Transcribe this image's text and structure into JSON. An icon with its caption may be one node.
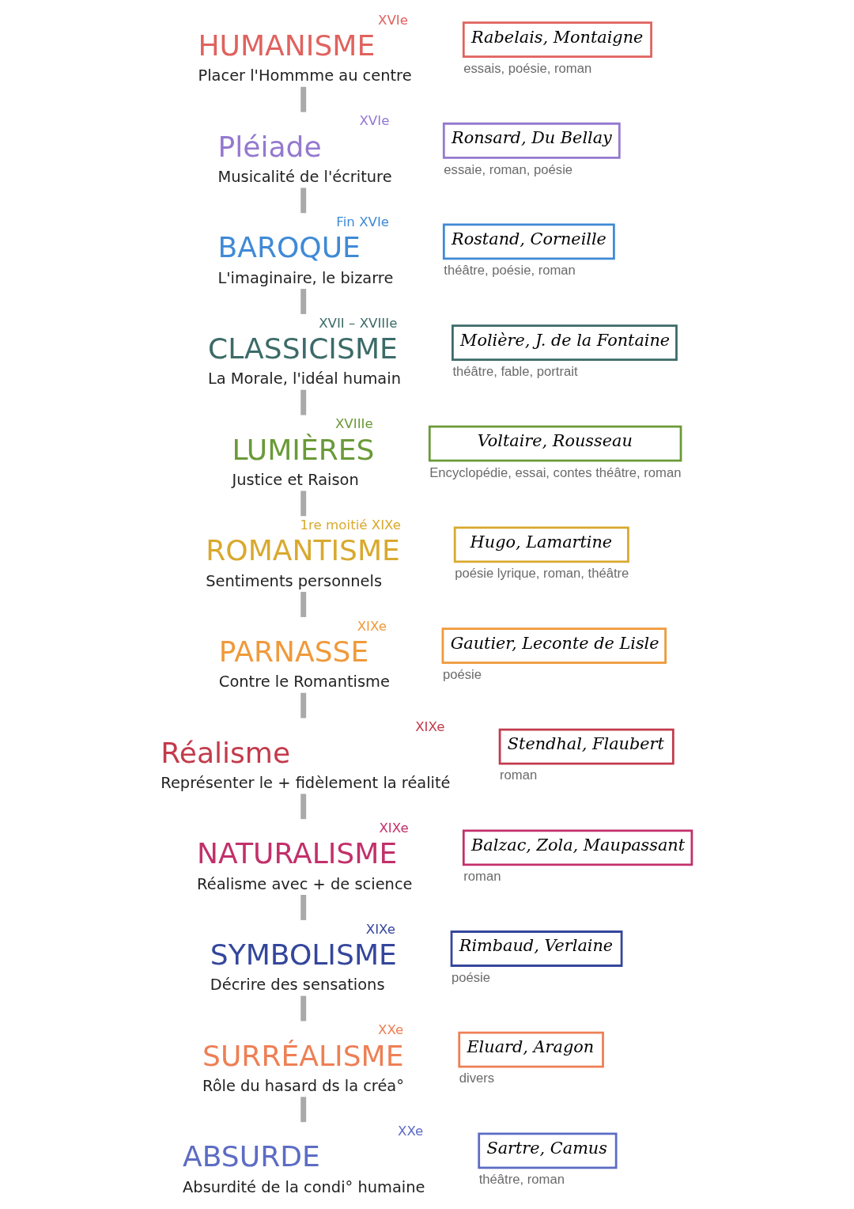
{
  "diagram": {
    "nodes": [
      {
        "text": [
          "HUMANISME",
          "Placer l'Hommme au centre"
        ],
        "beside": [
          "XVIe"
        ]
      },
      {
        "text": [
          "Rabelais, Montaigne"
        ],
        "beside": [
          "essais, poésie, roman"
        ]
      },
      {
        "text": [
          "Pléiade",
          "Musicalité de l'écriture"
        ],
        "beside": [
          "XVIe"
        ]
      },
      {
        "text": [
          "Ronsard, Du Bellay"
        ],
        "beside": [
          "essaie, roman, poésie"
        ]
      },
      {
        "text": [
          "BAROQUE",
          "L'imaginaire, le bizarre"
        ],
        "beside": [
          "Fin XVIe"
        ]
      },
      {
        "text": [
          "Rostand, Corneille"
        ],
        "beside": [
          "théâtre, poésie, roman"
        ]
      },
      {
        "text": [
          "CLASSICISME",
          "La Morale, l'idéal humain"
        ],
        "beside": [
          "XVII – XVIIIe"
        ]
      },
      {
        "text": [
          "Molière, J. de la Fontaine"
        ],
        "beside": [
          "théâtre, fable, portrait"
        ]
      },
      {
        "text": [
          "LUMIÈRES",
          "Justice et Raison"
        ],
        "beside": [
          "XVIIIe"
        ]
      },
      {
        "text": [
          "Voltaire, Rousseau"
        ],
        "beside": [
          "Encyclopédie, essai, contes théâtre, roman"
        ]
      },
      {
        "text": [
          "ROMANTISME",
          "Sentiments personnels"
        ],
        "beside": [
          "1re moitié XIXe"
        ]
      },
      {
        "text": [
          "Hugo, Lamartine"
        ],
        "beside": [
          "poésie lyrique, roman, théâtre"
        ]
      },
      {
        "text": [
          "PARNASSE",
          "Contre le Romantisme"
        ],
        "beside": [
          "XIXe"
        ]
      },
      {
        "text": [
          "Gautier, Leconte de Lisle"
        ],
        "beside": [
          "poésie"
        ]
      },
      {
        "text": [
          "Réalisme",
          "Représenter le + fidèlement la réalité"
        ],
        "beside": [
          "XIXe"
        ]
      },
      {
        "text": [
          "Stendhal, Flaubert"
        ],
        "beside": [
          "roman"
        ]
      },
      {
        "text": [
          "NATURALISME",
          "Réalisme avec + de science"
        ],
        "beside": [
          "XIXe"
        ]
      },
      {
        "text": [
          "Balzac, Zola, Maupassant"
        ],
        "beside": [
          "roman"
        ]
      },
      {
        "text": [
          "SYMBOLISME",
          "Décrire des sensations"
        ],
        "beside": [
          "XIXe"
        ]
      },
      {
        "text": [
          "Rimbaud, Verlaine"
        ],
        "beside": [
          "poésie"
        ]
      },
      {
        "text": [
          "SURRÉALISME",
          "Rôle du hasard ds la créa°"
        ],
        "beside": [
          "XXe"
        ]
      },
      {
        "text": [
          "Eluard, Aragon"
        ],
        "beside": [
          "divers"
        ]
      },
      {
        "text": [
          "ABSURDE",
          "Absurdité de la condi° humaine"
        ],
        "beside": [
          "XXe"
        ]
      },
      {
        "text": [
          "Sartre, Camus"
        ],
        "beside": [
          "théâtre, roman"
        ]
      }
    ],
    "edges": [
      {
        "from": 0,
        "to": 2,
        "arrow": "none"
      },
      {
        "from": 2,
        "to": 4,
        "arrow": "none"
      },
      {
        "from": 4,
        "to": 6,
        "arrow": "none"
      },
      {
        "from": 6,
        "to": 8,
        "arrow": "none"
      },
      {
        "from": 8,
        "to": 10,
        "arrow": "none"
      },
      {
        "from": 10,
        "to": 12,
        "arrow": "none"
      },
      {
        "from": 12,
        "to": 14,
        "arrow": "none"
      },
      {
        "from": 14,
        "to": 16,
        "arrow": "none"
      },
      {
        "from": 16,
        "to": 18,
        "arrow": "none"
      },
      {
        "from": 18,
        "to": 20,
        "arrow": "none"
      },
      {
        "from": 20,
        "to": 22,
        "arrow": "none"
      }
    ]
  }
}
